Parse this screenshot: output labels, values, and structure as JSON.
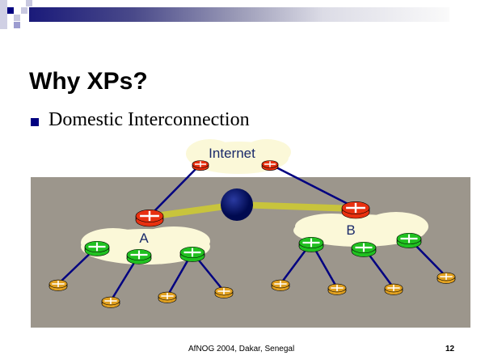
{
  "slide": {
    "title": "Why XPs?",
    "bullet": "Domestic Interconnection",
    "footer": "AfNOG 2004, Dakar, Senegal",
    "page_number": "12"
  },
  "diagram": {
    "internet_label": "Internet",
    "network_a_label": "A",
    "network_b_label": "B"
  },
  "colors": {
    "background_panel": "#9c968c",
    "cloud": "#fbf8d8",
    "link": "#000080",
    "exchange_link": "#c8c43c",
    "exchange_point": "#000a6e",
    "border_router": "#e83010",
    "core_router": "#20c020",
    "customer_router": "#e0a020"
  }
}
